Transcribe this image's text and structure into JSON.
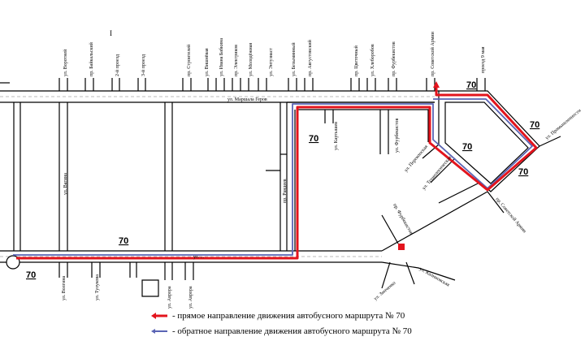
{
  "title_mark": "I",
  "route_number": "70",
  "streets": {
    "north": [
      "ул. Воротней",
      "пр. Байкальский",
      "2-й проезд",
      "3-й проезд",
      "пр. Строителей",
      "ул. Вишнёвая",
      "ул. Ивана Бабкина",
      "пр. Электриков",
      "ул. Молодёжная",
      "ул. Энтузиаст",
      "ул. Безымянный",
      "пр. Августовский",
      "пр. Цветочный",
      "ул. Хлеборобов",
      "пр. Фурбекистов",
      "пр. Советской Армии",
      "проезд 9 мая"
    ],
    "main_top": "ул. Маршала Геров",
    "main_bottom": "ул. ...",
    "mid": [
      "ул. Вагина",
      "ул. Картышев",
      "ул. Фурбекистов",
      "ул. Перекопская",
      "ул. Технологическая",
      "ул. Промышленности",
      "пр. Советской Армии",
      "пр. Рандеев"
    ],
    "diag_low": [
      "пр. Фурбекистов",
      "ул. Калиновская",
      "ул. Зинченко"
    ],
    "south": [
      "ул. Волгина",
      "ул. Тулукова",
      "ул. Аврора",
      "ул. Аврора"
    ]
  },
  "legend": [
    {
      "text": "- прямое направление движения автобусного маршрута № 70",
      "color": "#e3141d",
      "kind": "forward"
    },
    {
      "text": "- обратное направление движения автобусного маршрута № 70",
      "color": "#5a64b4",
      "kind": "backward"
    }
  ]
}
